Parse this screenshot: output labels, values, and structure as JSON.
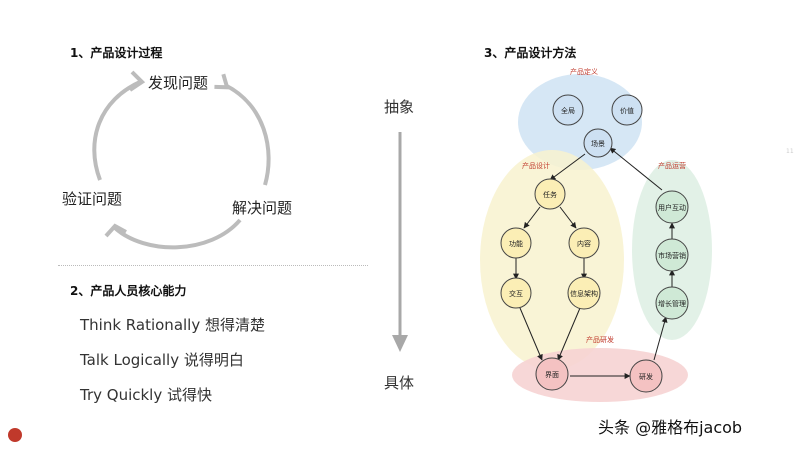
{
  "section1": {
    "title": "1、产品设计过程"
  },
  "cycle": {
    "top": "发现问题",
    "right": "解决问题",
    "left": "验证问题"
  },
  "section2": {
    "title": "2、产品人员核心能力",
    "items": [
      "Think Rationally 想得清楚",
      "Talk Logically 说得明白",
      "Try Quickly 试得快"
    ]
  },
  "axis": {
    "top": "抽象",
    "bottom": "具体"
  },
  "section3": {
    "title": "3、产品设计方法",
    "groups": {
      "definition": "产品定义",
      "design": "产品设计",
      "operation": "产品运营",
      "development": "产品研发"
    },
    "nodes": {
      "global": "全局",
      "value": "价值",
      "scene": "场景",
      "task": "任务",
      "function": "功能",
      "content": "内容",
      "interaction": "交互",
      "info_arch": "信息架构",
      "interface": "界面",
      "develop": "研发",
      "user_interaction": "用户互动",
      "market": "市场营销",
      "growth": "增长管理"
    }
  },
  "watermark": "头条 @雅格布jacob",
  "page_number": "11",
  "colors": {
    "definition": "#cfe3f3",
    "design": "#f8f2cf",
    "operation": "#dff0e4",
    "development": "#f6d3d3",
    "node_blue": "#cde0f2",
    "node_yellow": "#fbeeb5",
    "node_green": "#cfe9d6",
    "node_red": "#f4c2c2",
    "group_label": "#c0392b"
  }
}
